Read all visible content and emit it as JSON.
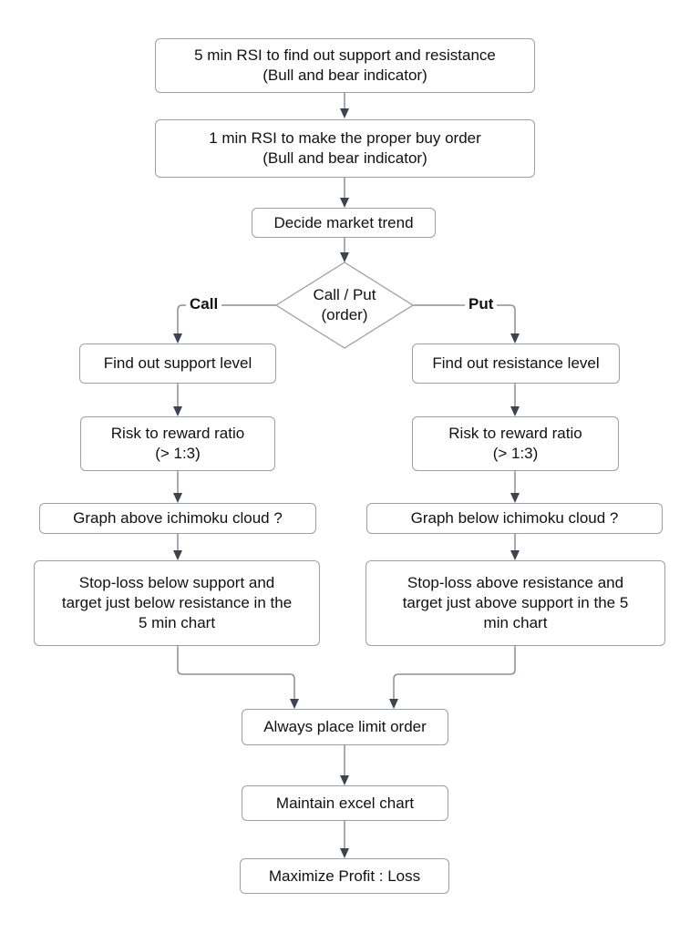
{
  "diagram": {
    "type": "flowchart",
    "background": "#ffffff",
    "colors": {
      "box_border": "#9aa0a6",
      "box_fill": "#ffffff",
      "connector_line": "#8b9199",
      "arrowhead": "#3d4450",
      "text": "#111111"
    },
    "nodes": {
      "rsi5": {
        "lines": [
          "5 min RSI to find out support and resistance",
          "(Bull and bear indicator)"
        ]
      },
      "rsi1": {
        "lines": [
          "1 min RSI to make the proper buy order",
          "(Bull and bear indicator)"
        ]
      },
      "decide": {
        "lines": [
          "Decide market trend"
        ]
      },
      "decision": {
        "lines": [
          "Call / Put",
          "(order)"
        ]
      },
      "find_support": {
        "lines": [
          "Find out support level"
        ]
      },
      "find_resistance": {
        "lines": [
          "Find out resistance level"
        ]
      },
      "risk_left": {
        "lines": [
          "Risk to reward ratio",
          "(> 1:3)"
        ]
      },
      "risk_right": {
        "lines": [
          "Risk to reward ratio",
          "(> 1:3)"
        ]
      },
      "graph_above": {
        "lines": [
          "Graph above ichimoku cloud ?"
        ]
      },
      "graph_below": {
        "lines": [
          "Graph below ichimoku cloud ?"
        ]
      },
      "stoploss_call": {
        "lines": [
          "Stop-loss below support and",
          "target just below resistance in the",
          "5 min chart"
        ]
      },
      "stoploss_put": {
        "lines": [
          "Stop-loss above resistance and",
          "target just above support in the 5",
          "min chart"
        ]
      },
      "limit_order": {
        "lines": [
          "Always place limit order"
        ]
      },
      "excel": {
        "lines": [
          "Maintain excel chart"
        ]
      },
      "maximize": {
        "lines": [
          "Maximize Profit : Loss"
        ]
      }
    },
    "branch_labels": {
      "call": "Call",
      "put": "Put"
    }
  }
}
